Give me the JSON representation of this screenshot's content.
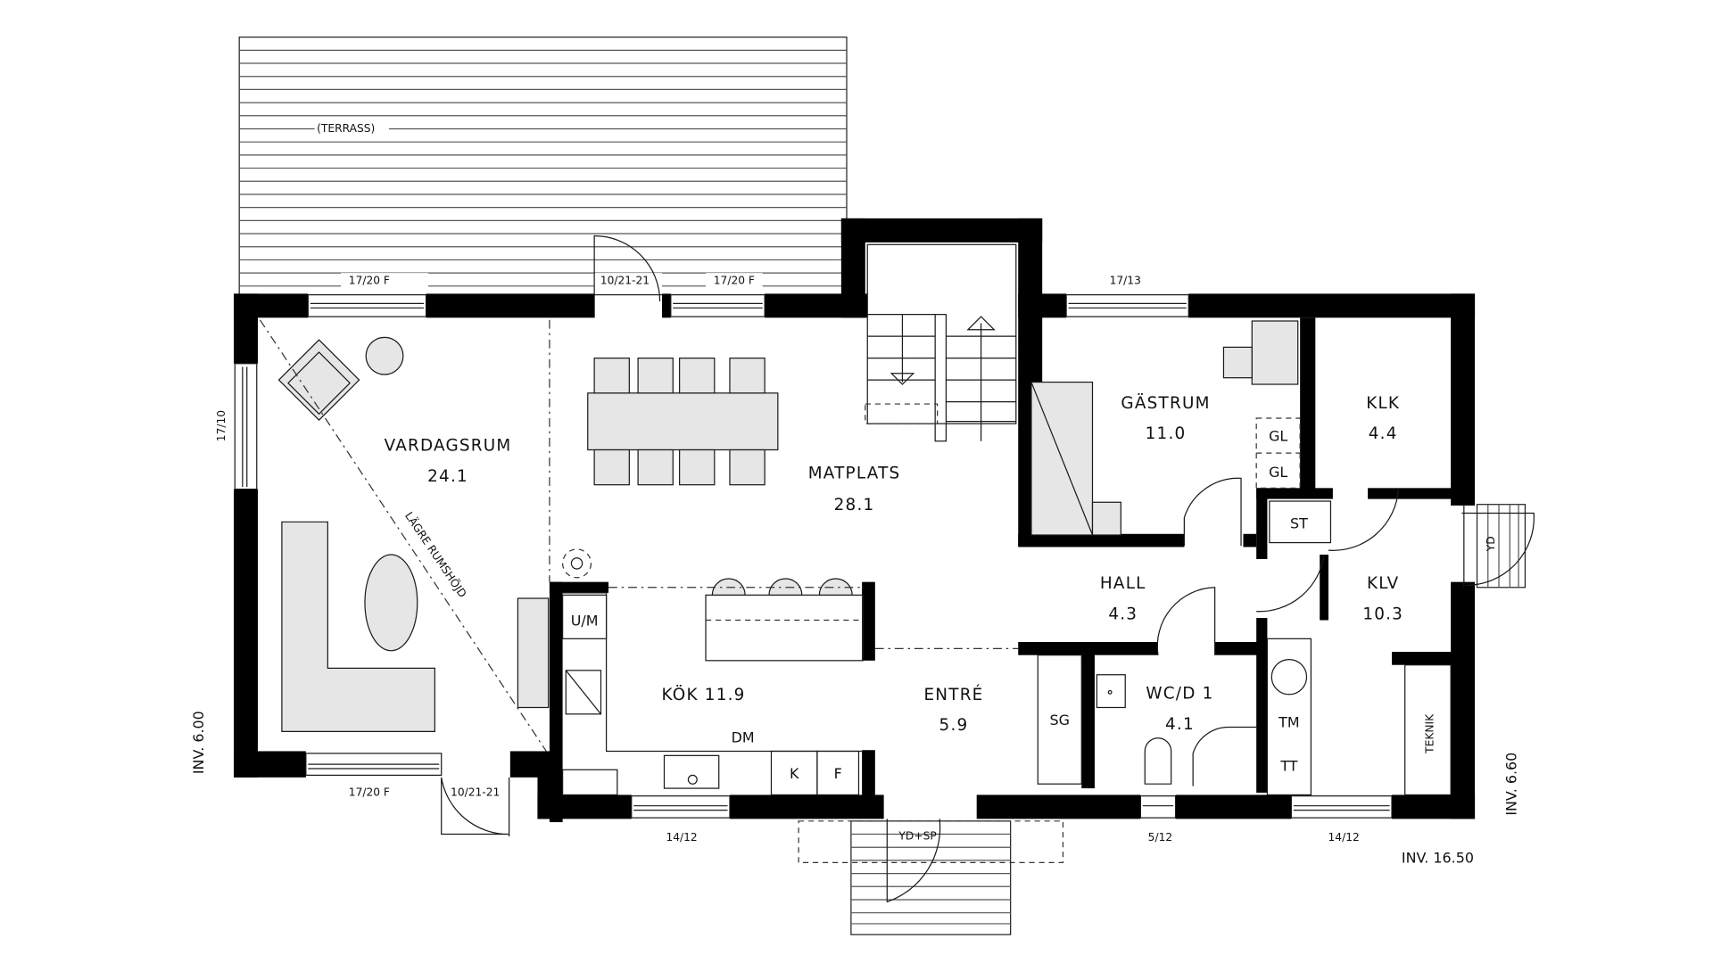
{
  "plan": {
    "terrace_label": "(TERRASS)",
    "rooms": [
      {
        "name": "VARDAGSRUM",
        "area": "24.1"
      },
      {
        "name": "MATPLATS",
        "area": "28.1"
      },
      {
        "name": "GÄSTRUM",
        "area": "11.0"
      },
      {
        "name": "KLK",
        "area": "4.4"
      },
      {
        "name": "KLV",
        "area": "10.3"
      },
      {
        "name": "HALL",
        "area": "4.3"
      },
      {
        "name": "ENTRÉ",
        "area": "5.9"
      },
      {
        "name": "WC/D 1",
        "area": "4.1"
      },
      {
        "name": "KÖK 11.9",
        "area": ""
      }
    ],
    "annotations": {
      "lower_ceiling": "LÄGRE RUMSHÖJD",
      "inv_left": "INV. 6.00",
      "inv_right": "INV. 6.60",
      "inv_bottom": "INV. 16.50"
    },
    "windows": {
      "w_top_living": "17/20 F",
      "w_top_dining": "17/20 F",
      "w_top_guest": "17/13",
      "w_left": "17/10",
      "w_bottom_living": "17/20 F",
      "w_bottom_kitchen": "14/12",
      "w_bottom_wc": "5/12",
      "w_bottom_klv": "14/12"
    },
    "doors": {
      "d_terrace": "10/21-21",
      "d_bottom_living": "10/21-21",
      "d_entry": "YD+SP",
      "d_side": "YD"
    },
    "fixtures": {
      "um": "U/M",
      "dm": "DM",
      "k": "K",
      "f": "F",
      "sg": "SG",
      "gl1": "GL",
      "gl2": "GL",
      "st": "ST",
      "tm": "TM",
      "tt": "TT",
      "teknik": "TEKNIK"
    }
  }
}
